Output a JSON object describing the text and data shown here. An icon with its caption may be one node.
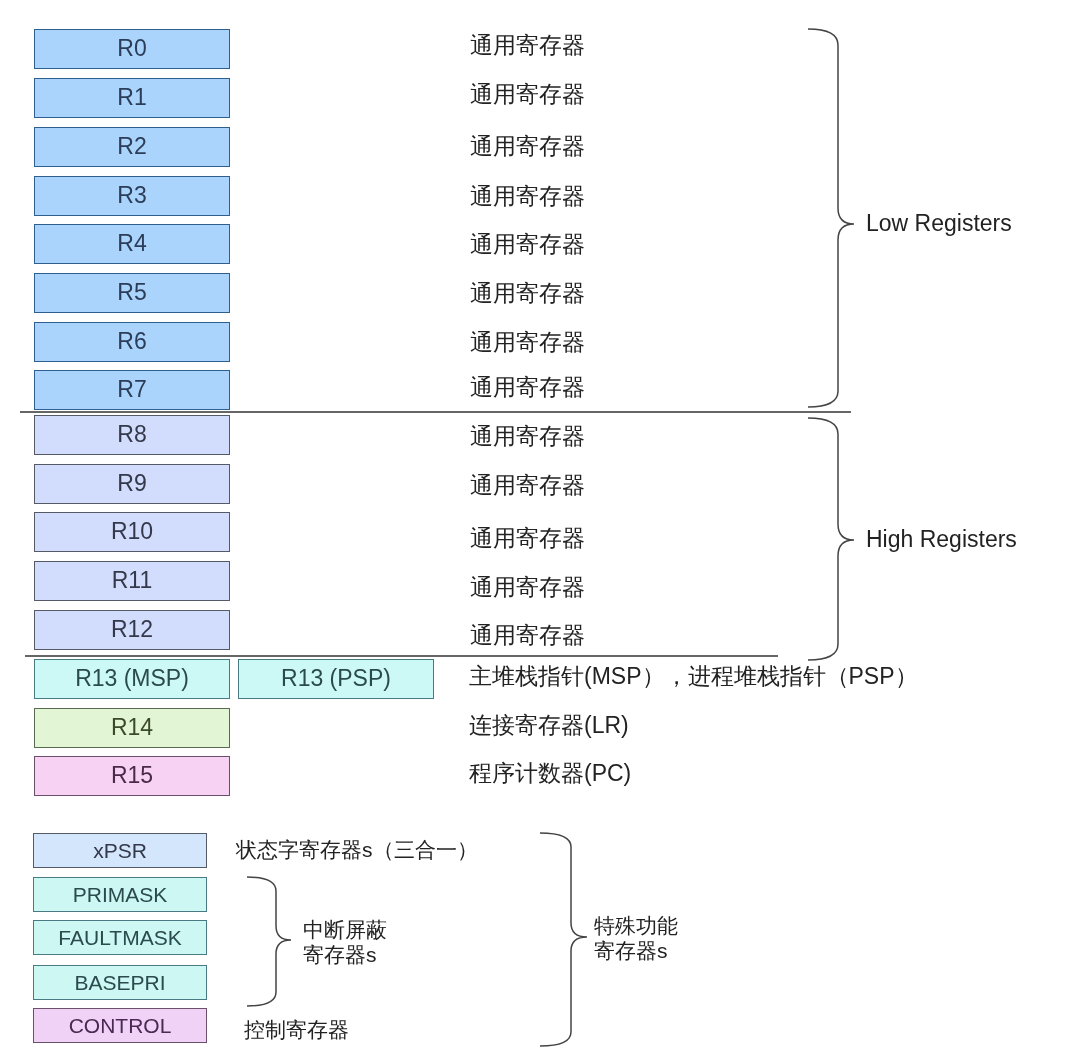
{
  "diagram": {
    "nodes": [
      {
        "text": [
          "R0"
        ]
      },
      {
        "text": [
          "R1"
        ]
      },
      {
        "text": [
          "R2"
        ]
      },
      {
        "text": [
          "R3"
        ]
      },
      {
        "text": [
          "R4"
        ]
      },
      {
        "text": [
          "R5"
        ]
      },
      {
        "text": [
          "R6"
        ]
      },
      {
        "text": [
          "R7"
        ]
      },
      {
        "text": [
          "R8"
        ]
      },
      {
        "text": [
          "R9"
        ]
      },
      {
        "text": [
          "R10"
        ]
      },
      {
        "text": [
          "R11"
        ]
      },
      {
        "text": [
          "R12"
        ]
      },
      {
        "text": [
          "R13 (MSP)"
        ]
      },
      {
        "text": [
          "R13 (PSP)"
        ],
        "beside": [
          "主堆栈指针(MSP），进程堆栈指针（PSP）"
        ]
      },
      {
        "text": [
          "R14"
        ]
      },
      {
        "text": [
          "R15"
        ]
      },
      {
        "text": [
          "xPSR"
        ],
        "beside": [
          "状态字寄存器s（三合一）"
        ]
      },
      {
        "text": [
          "PRIMASK"
        ]
      },
      {
        "text": [
          "FAULTMASK"
        ]
      },
      {
        "text": [
          "BASEPRI"
        ]
      },
      {
        "text": [
          "CONTROL"
        ],
        "beside": [
          "控制寄存器"
        ]
      }
    ],
    "labels": [
      "通用寄存器",
      "通用寄存器",
      "通用寄存器",
      "通用寄存器",
      "Low Registers",
      "通用寄存器",
      "通用寄存器",
      "通用寄存器",
      "通用寄存器",
      "通用寄存器",
      "通用寄存器",
      "通用寄存器",
      "High Registers",
      "通用寄存器",
      "通用寄存器",
      "连接寄存器(LR)",
      "程序计数器(PC)",
      "中断屏蔽寄存器s",
      "特殊功能寄存器s"
    ]
  }
}
